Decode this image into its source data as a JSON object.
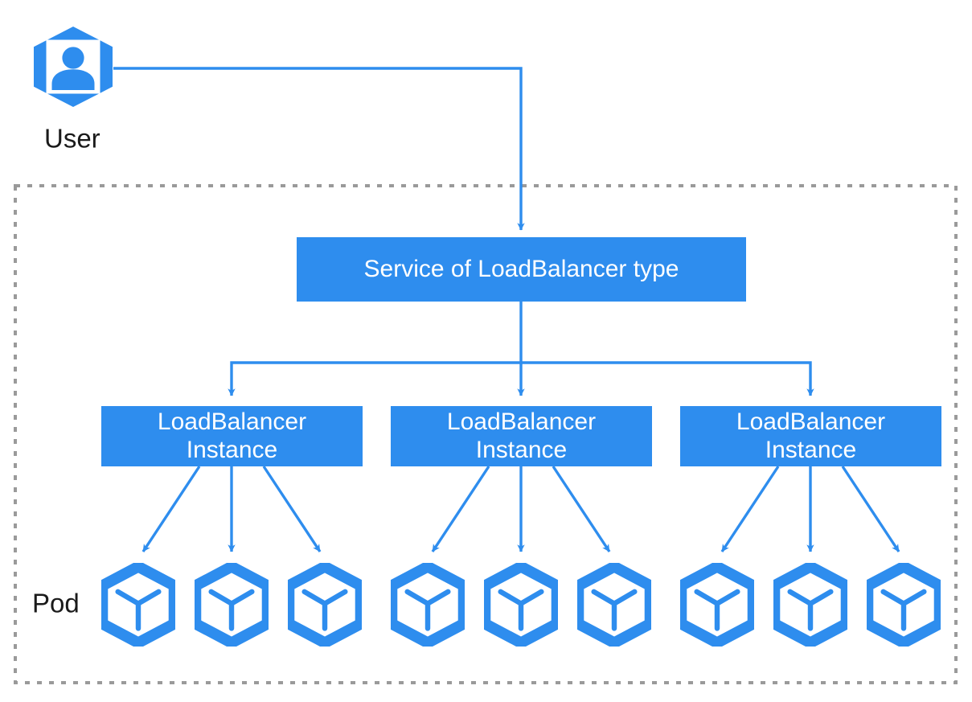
{
  "diagram": {
    "title_present": false,
    "colors": {
      "accent_blue": "#2E8DEE",
      "node_fill": "#2E8DEE",
      "node_text": "#FFFFFF",
      "label_text": "#1A1A1A",
      "cluster_border": "#9A9A9A",
      "background": "#FFFFFF"
    },
    "user": {
      "icon": "user-hexagon-icon",
      "label": "User"
    },
    "cluster": {
      "name": "cluster-boundary",
      "border_style": "dotted",
      "label": ""
    },
    "service": {
      "label": "Service of LoadBalancer type"
    },
    "loadbalancers": [
      {
        "line1": "LoadBalancer",
        "line2": "Instance"
      },
      {
        "line1": "LoadBalancer",
        "line2": "Instance"
      },
      {
        "line1": "LoadBalancer",
        "line2": "Instance"
      }
    ],
    "pods": {
      "row_label": "Pod",
      "icon": "pod-cube-hexagon-icon",
      "count": 9,
      "groups": [
        {
          "items": [
            "pod",
            "pod",
            "pod"
          ]
        },
        {
          "items": [
            "pod",
            "pod",
            "pod"
          ]
        },
        {
          "items": [
            "pod",
            "pod",
            "pod"
          ]
        }
      ]
    },
    "connections": [
      {
        "from": "User",
        "to": "Service of LoadBalancer type",
        "style": "elbow-arrow"
      },
      {
        "from": "Service of LoadBalancer type",
        "to": "LoadBalancer Instance 1",
        "style": "elbow-arrow"
      },
      {
        "from": "Service of LoadBalancer type",
        "to": "LoadBalancer Instance 2",
        "style": "straight-arrow"
      },
      {
        "from": "Service of LoadBalancer type",
        "to": "LoadBalancer Instance 3",
        "style": "elbow-arrow"
      },
      {
        "from": "LoadBalancer Instance 1",
        "to": "Pod 1",
        "style": "straight-arrow"
      },
      {
        "from": "LoadBalancer Instance 1",
        "to": "Pod 2",
        "style": "straight-arrow"
      },
      {
        "from": "LoadBalancer Instance 1",
        "to": "Pod 3",
        "style": "straight-arrow"
      },
      {
        "from": "LoadBalancer Instance 2",
        "to": "Pod 4",
        "style": "straight-arrow"
      },
      {
        "from": "LoadBalancer Instance 2",
        "to": "Pod 5",
        "style": "straight-arrow"
      },
      {
        "from": "LoadBalancer Instance 2",
        "to": "Pod 6",
        "style": "straight-arrow"
      },
      {
        "from": "LoadBalancer Instance 3",
        "to": "Pod 7",
        "style": "straight-arrow"
      },
      {
        "from": "LoadBalancer Instance 3",
        "to": "Pod 8",
        "style": "straight-arrow"
      },
      {
        "from": "LoadBalancer Instance 3",
        "to": "Pod 9",
        "style": "straight-arrow"
      }
    ]
  }
}
